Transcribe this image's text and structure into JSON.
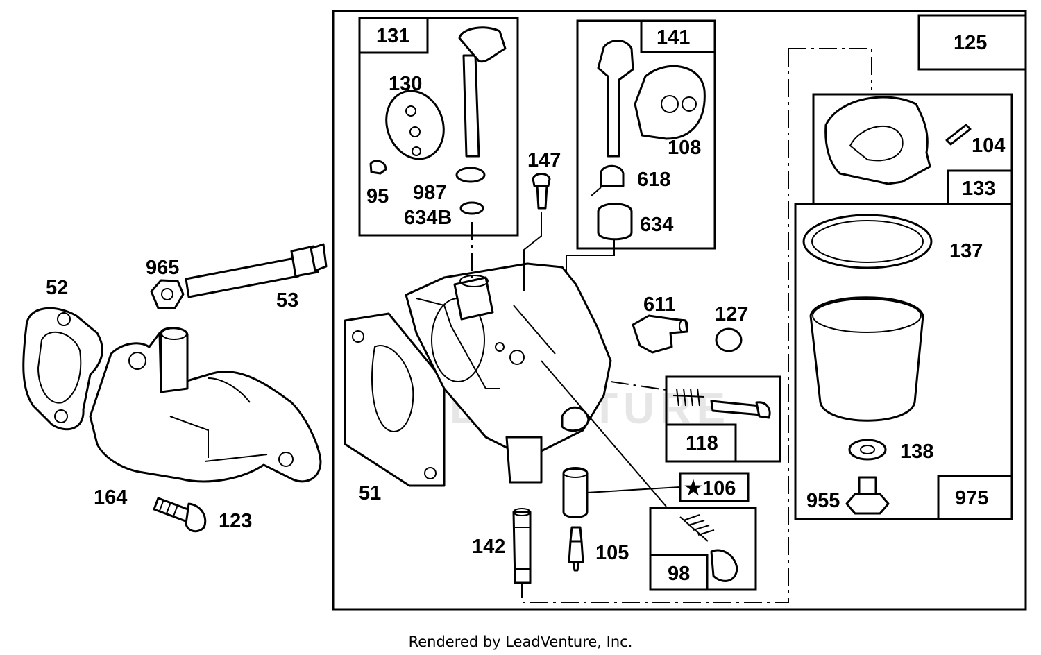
{
  "labels": {
    "p52": "52",
    "p53": "53",
    "p965": "965",
    "p164": "164",
    "p123": "123",
    "p51": "51",
    "p131": "131",
    "p130": "130",
    "p95": "95",
    "p987": "987",
    "p634b": "634B",
    "p147": "147",
    "p141": "141",
    "p108": "108",
    "p618": "618",
    "p634": "634",
    "p611": "611",
    "p127": "127",
    "p118": "118",
    "p106": "★106",
    "p98": "98",
    "p142": "142",
    "p105": "105",
    "p125": "125",
    "p104": "104",
    "p133": "133",
    "p137": "137",
    "p138": "138",
    "p955": "955",
    "p975": "975"
  },
  "watermark": "LEADVENTURE",
  "footer": "Rendered by LeadVenture, Inc."
}
